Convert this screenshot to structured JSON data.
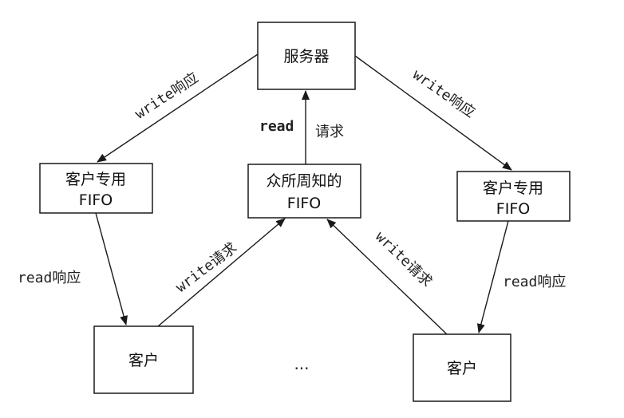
{
  "nodes": {
    "server": {
      "label": "服务器"
    },
    "well_known_fifo": {
      "line1": "众所周知的",
      "line2": "FIFO"
    },
    "client_fifo_left": {
      "line1": "客户专用",
      "line2": "FIFO"
    },
    "client_fifo_right": {
      "line1": "客户专用",
      "line2": "FIFO"
    },
    "client_left": {
      "label": "客户"
    },
    "client_right": {
      "label": "客户"
    },
    "ellipsis": "..."
  },
  "edges": {
    "server_to_left_fifo": {
      "mono": "write",
      "cn": "响应"
    },
    "server_to_right_fifo": {
      "mono": "write",
      "cn": "响应"
    },
    "fifo_to_server": {
      "mono": "read",
      "cn": "请求"
    },
    "left_fifo_to_client": {
      "mono": "read",
      "cn": "响应"
    },
    "right_fifo_to_client": {
      "mono": "read",
      "cn": "响应"
    },
    "left_client_to_fifo": {
      "mono": "write",
      "cn": "请求"
    },
    "right_client_to_fifo": {
      "mono": "write",
      "cn": "请求"
    }
  },
  "colors": {
    "stroke": "#1a1a1a",
    "background": "#ffffff"
  }
}
